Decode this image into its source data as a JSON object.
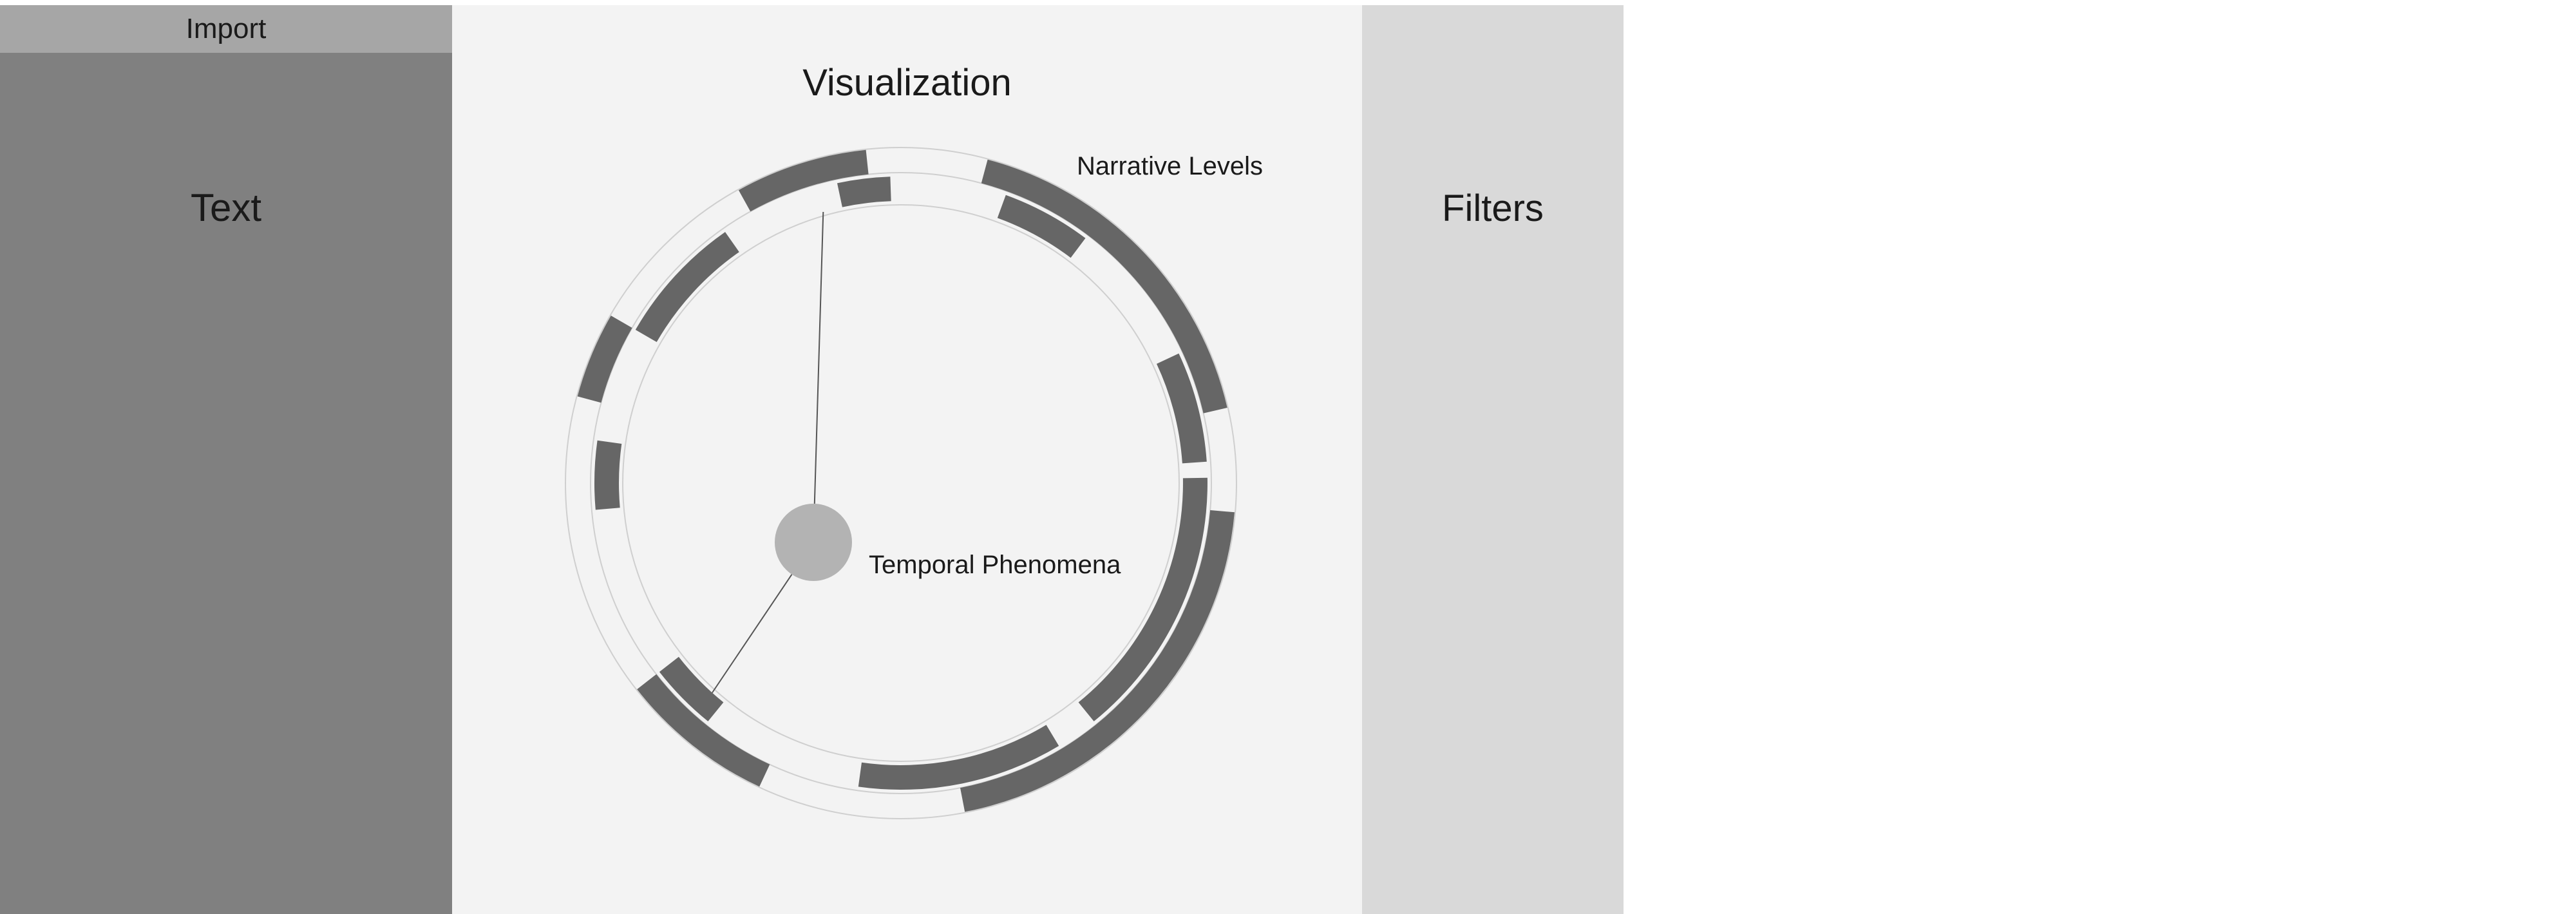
{
  "left_panel": {
    "import_label": "Import",
    "title": "Text"
  },
  "visualization": {
    "title": "Visualization",
    "outer_ring_label": "Narrative Levels",
    "center_label": "Temporal Phenomena",
    "segment_color": "#666666",
    "center_color": "#b3b3b3",
    "ring_line_color": "#cfcfcf",
    "outer_ring_segments": [
      {
        "start": 205,
        "end": 232
      },
      {
        "start": 285,
        "end": 300
      },
      {
        "start": 331,
        "end": 354
      },
      {
        "start": 15,
        "end": 77
      },
      {
        "start": 95,
        "end": 169
      }
    ],
    "inner_ring_segments": [
      {
        "start": 219,
        "end": 232
      },
      {
        "start": 265,
        "end": 278
      },
      {
        "start": 300,
        "end": 325
      },
      {
        "start": 348,
        "end": 358
      },
      {
        "start": 20,
        "end": 37
      },
      {
        "start": 65,
        "end": 86
      },
      {
        "start": 89,
        "end": 141
      },
      {
        "start": 149,
        "end": 188
      }
    ],
    "links": [
      {
        "angle": 222
      },
      {
        "angle": 344
      }
    ]
  },
  "filters_panel": {
    "title": "Filters"
  }
}
